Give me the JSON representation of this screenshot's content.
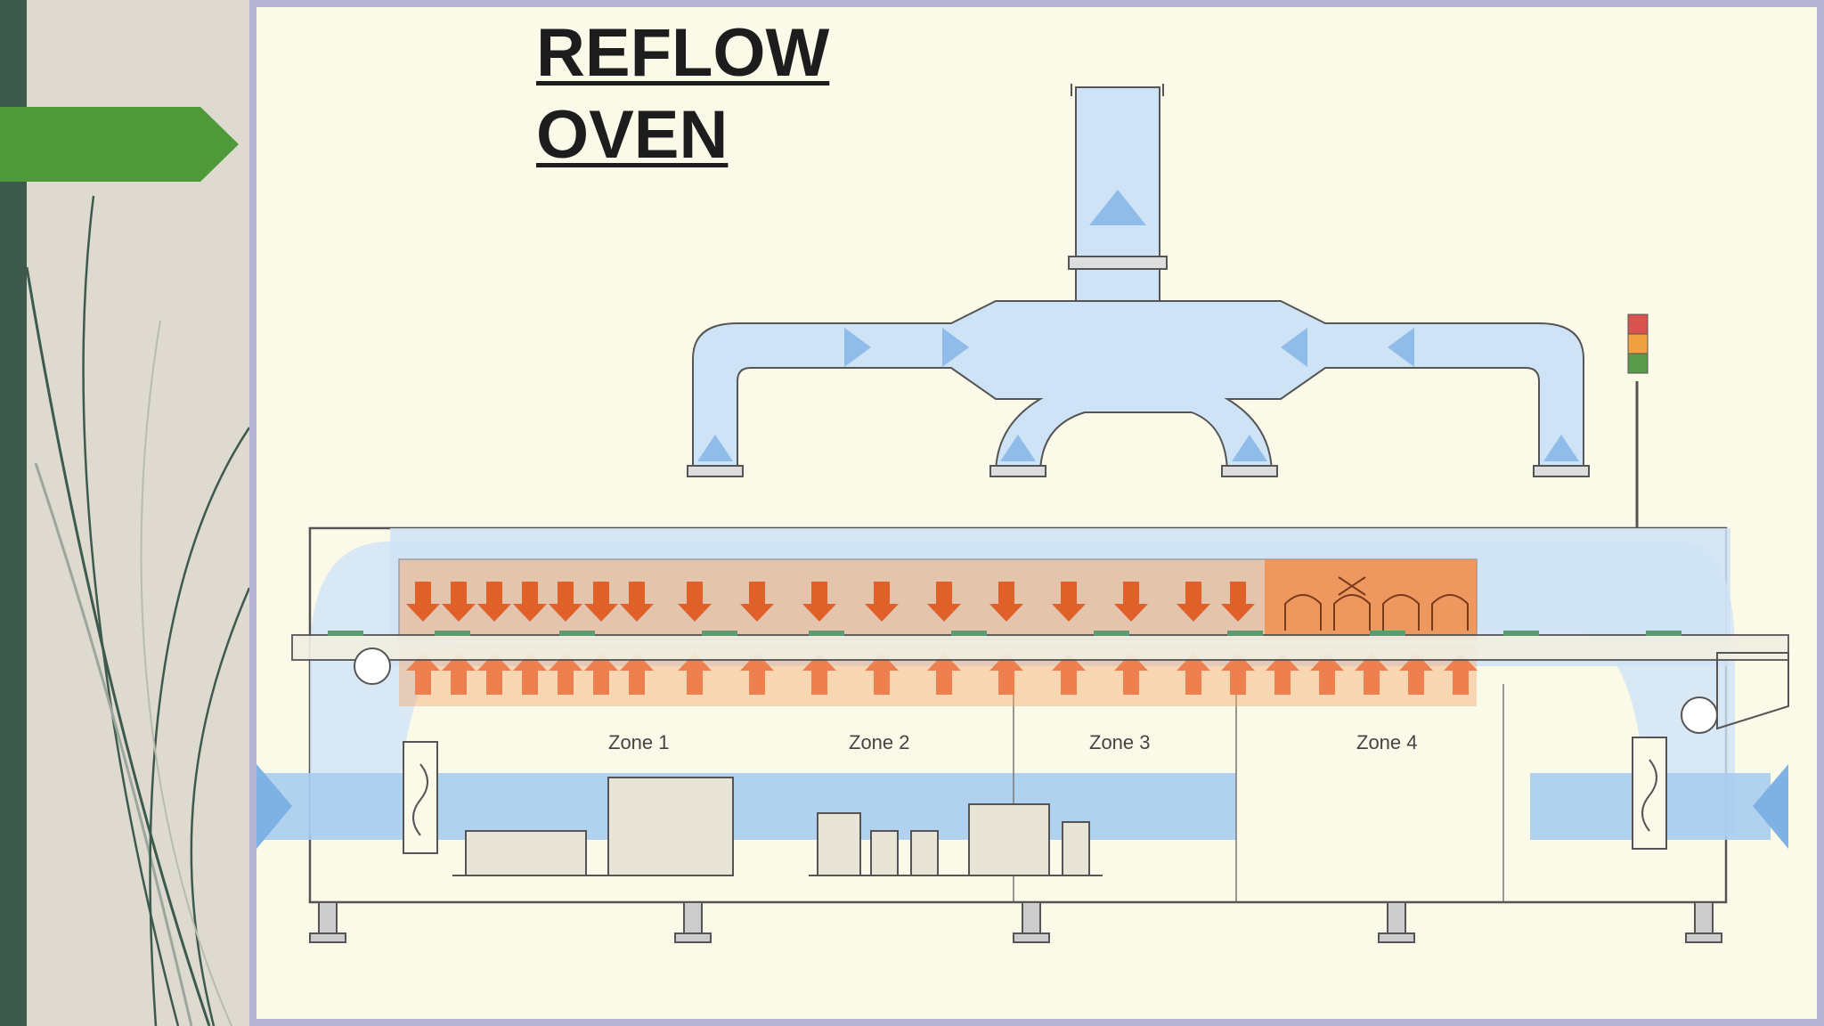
{
  "slide": {
    "title": "REFLOW OVEN"
  },
  "diagram": {
    "zones": [
      "Zone 1",
      "Zone 2",
      "Zone 3",
      "Zone 4"
    ],
    "colors": {
      "air": "#a9cdf0",
      "air_light": "#cfe3f6",
      "heat": "#f07a3a",
      "heat_light": "#f6ab72",
      "frame": "#555555",
      "accent_green": "#4e9a3a",
      "sidebar": "#3d5a4c"
    }
  }
}
